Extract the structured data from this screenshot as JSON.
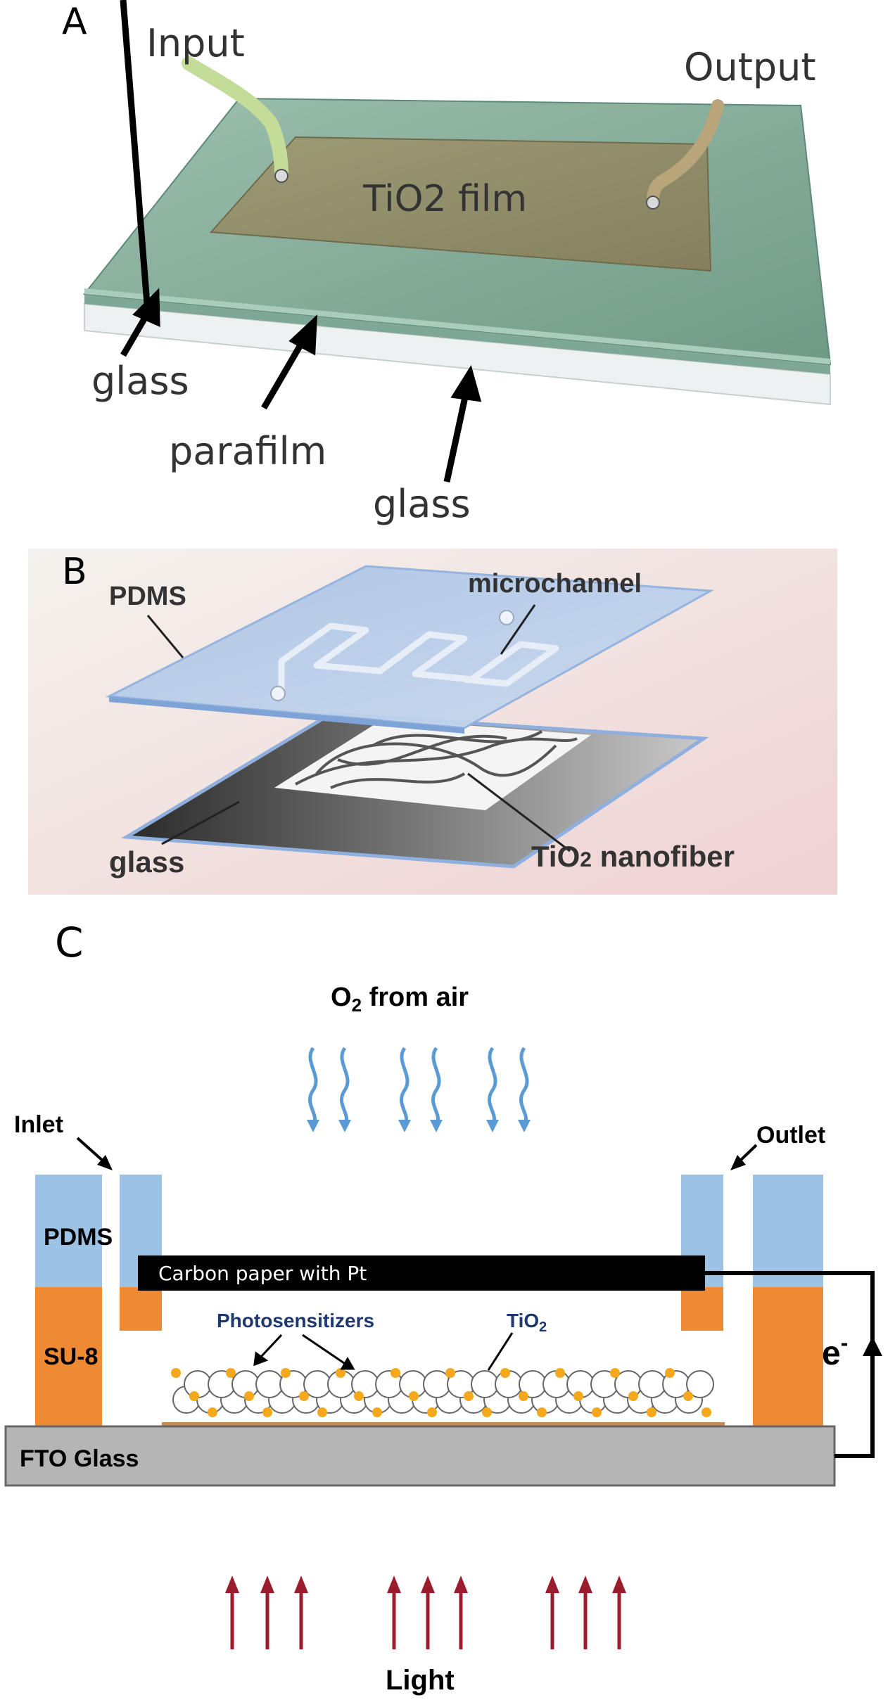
{
  "panel_a": {
    "letter": "A",
    "input_label": "Input",
    "output_label": "Output",
    "film_label": "TiO2 film",
    "glass_top_label": "glass",
    "parafilm_label": "parafilm",
    "glass_bottom_label": "glass"
  },
  "panel_b": {
    "letter": "B",
    "pdms_label": "PDMS",
    "microchannel_label": "microchannel",
    "glass_label": "glass",
    "nanofiber_label_prefix": "TiO",
    "nanofiber_label_sub": "2",
    "nanofiber_label_suffix": " nanofiber"
  },
  "panel_c": {
    "letter": "C",
    "o2_prefix": "O",
    "o2_sub": "2",
    "o2_suffix": " from air",
    "inlet_label": "Inlet",
    "outlet_label": "Outlet",
    "pdms_label": "PDMS",
    "su8_label": "SU-8",
    "carbon_label": "Carbon paper with Pt",
    "photosens_label": "Photosensitizers",
    "tio2_prefix": "TiO",
    "tio2_sub": "2",
    "fto_label": "FTO Glass",
    "electron_label": "e",
    "electron_sup": "-",
    "light_label": "Light"
  },
  "colors": {
    "pdms_blue": "#9cc3e6",
    "su8_orange": "#ed8a33",
    "fto_gray": "#b5b5b5",
    "carbon_black": "#000000",
    "light_arrow": "#9b1c2c",
    "air_arrow": "#5b9bd5",
    "dot_orange": "#f5a81c",
    "navy_text": "#1f3870"
  }
}
